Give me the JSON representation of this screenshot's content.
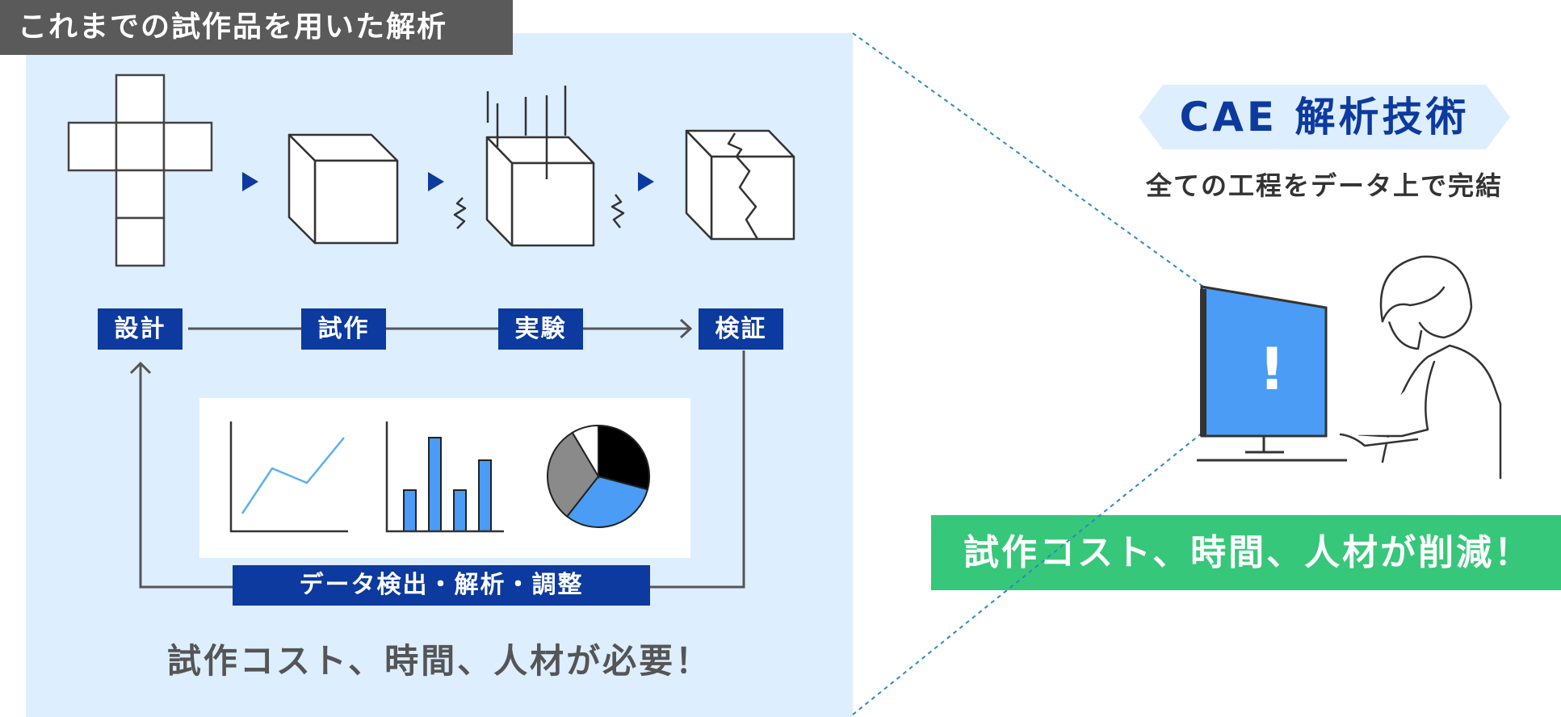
{
  "left": {
    "title": "これまでの試作品を用いた解析",
    "steps": [
      "設計",
      "試作",
      "実験",
      "検証"
    ],
    "bottom_bar": "データ検出・解析・調整",
    "caption": "試作コスト、時間、人材が必要！"
  },
  "right": {
    "title": "CAE 解析技術",
    "subtitle": "全ての工程をデータ上で完結",
    "screen_mark": "!",
    "result": "試作コスト、時間、人材が削減！"
  },
  "colors": {
    "navy": "#0d3a9e",
    "panel_bg": "#ddeeff",
    "green": "#37c77a",
    "screen_blue": "#4a9cf5",
    "header_gray": "#5a5a5a"
  }
}
